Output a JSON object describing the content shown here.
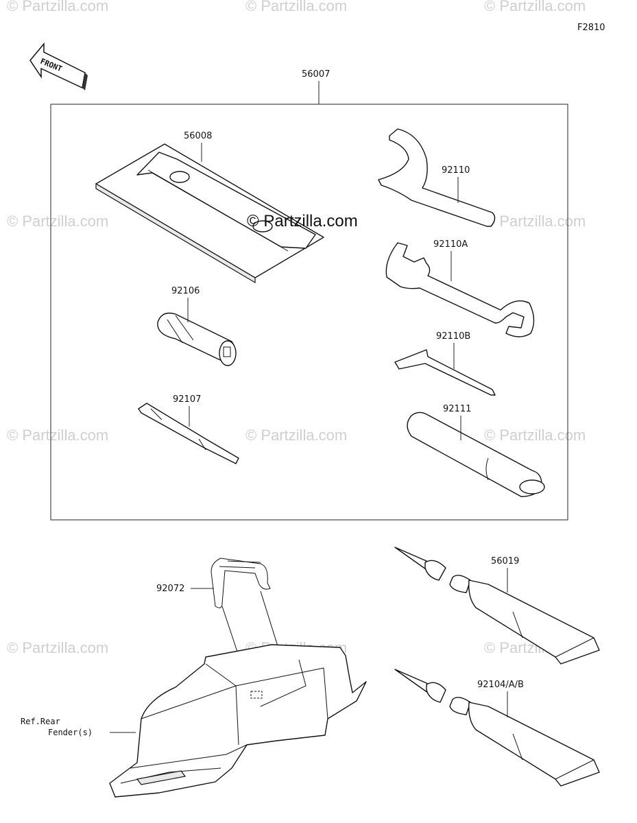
{
  "figure_code": "F2810",
  "front_label": "FRONT",
  "watermark_text": "© Partzilla.com",
  "center_watermark": "© Partzilla.com",
  "kit": {
    "part_no": "56007"
  },
  "parts": {
    "p56008": "56008",
    "p92110": "92110",
    "p92110A": "92110A",
    "p92106": "92106",
    "p92110B": "92110B",
    "p92107": "92107",
    "p92111": "92111",
    "p92072": "92072",
    "p56019": "56019",
    "p92104": "92104/A/B"
  },
  "reference": {
    "line1": "Ref.Rear",
    "line2": "Fender(s)"
  }
}
